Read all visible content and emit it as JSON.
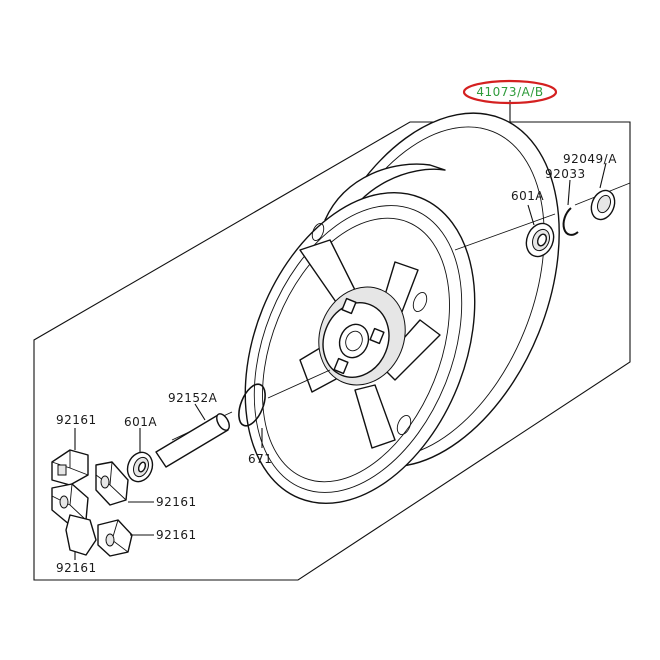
{
  "diagram": {
    "labels": {
      "wheel_assembly": "41073/A/B",
      "oil_seal": "92049/A",
      "circlip": "92033",
      "bearing_right": "601A",
      "bearing_left": "601A",
      "collar": "92152A",
      "o_ring": "671",
      "damper_top": "92161",
      "damper_mid": "92161",
      "damper_low": "92161",
      "damper_bottom": "92161"
    },
    "colors": {
      "line": "#111111",
      "highlight_ellipse": "#d42020",
      "highlight_text": "#2e9b3a"
    }
  }
}
